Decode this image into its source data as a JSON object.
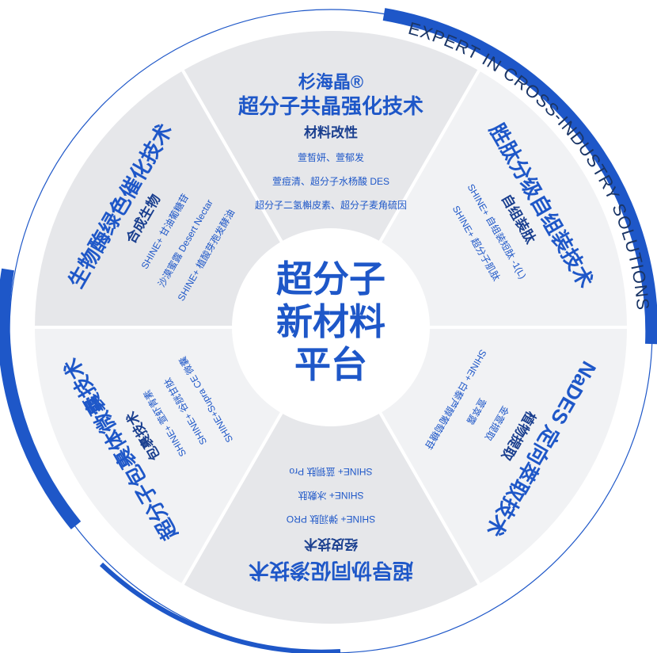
{
  "center": {
    "lines": [
      "超分子",
      "新材料",
      "平台"
    ]
  },
  "ring_text": "EXPERT IN CROSS-INDUSTRY SOLUTIONS",
  "colors": {
    "accent": "#1e57c8",
    "dark": "#1a3566",
    "grey": "#e4e5e8",
    "light": "#f1f2f4"
  },
  "segments": [
    {
      "id": "top",
      "title": [
        "杉海晶®",
        "超分子共晶强化技术"
      ],
      "subtitle": "材料改性",
      "items": [
        "萱皙妍、萱郁发",
        "萱痘清、超分子水杨酸 DES",
        "超分子二氢槲皮素、超分子麦角硫因"
      ]
    },
    {
      "id": "upper-right",
      "title": [
        "胜肽分级自组装技术"
      ],
      "subtitle": "自组装肽",
      "items": [
        "SHINE+ 自组装短肽 -1(L)",
        "SHINE+ 超分子肌肽"
      ]
    },
    {
      "id": "lower-right",
      "title": [
        "NaDES 定向萃取技术"
      ],
      "subtitle": "植物提取",
      "items": [
        "金萱提取",
        "萱萃露",
        "SHINE+ 白藜芦醇葡萄糖苷"
      ]
    },
    {
      "id": "bottom",
      "title": [
        "超导协同促渗技术"
      ],
      "subtitle": "经皮技术",
      "items": [
        "SHINE+ 弹润肽 PRO",
        "SHINE+ 冰敷肽",
        "SHINE+ 蓝铜肽 Pro"
      ]
    },
    {
      "id": "lower-left",
      "title": [
        "超分子包裹体微囊技术"
      ],
      "subtitle": "包裹技术",
      "items": [
        "SHINE+ 萱虾青素",
        "SHINE+ 谷胱甘肽",
        "SHINE+Supra CE 微囊"
      ]
    },
    {
      "id": "upper-left",
      "title": [
        "生物酶绿色催化技术"
      ],
      "subtitle": "合成生物",
      "items": [
        "SHINE+ 甘油葡糖苷",
        "沙漠蜜露 Desert Nectar",
        "SHINE+ 植酸芽孢发酵油"
      ]
    }
  ]
}
